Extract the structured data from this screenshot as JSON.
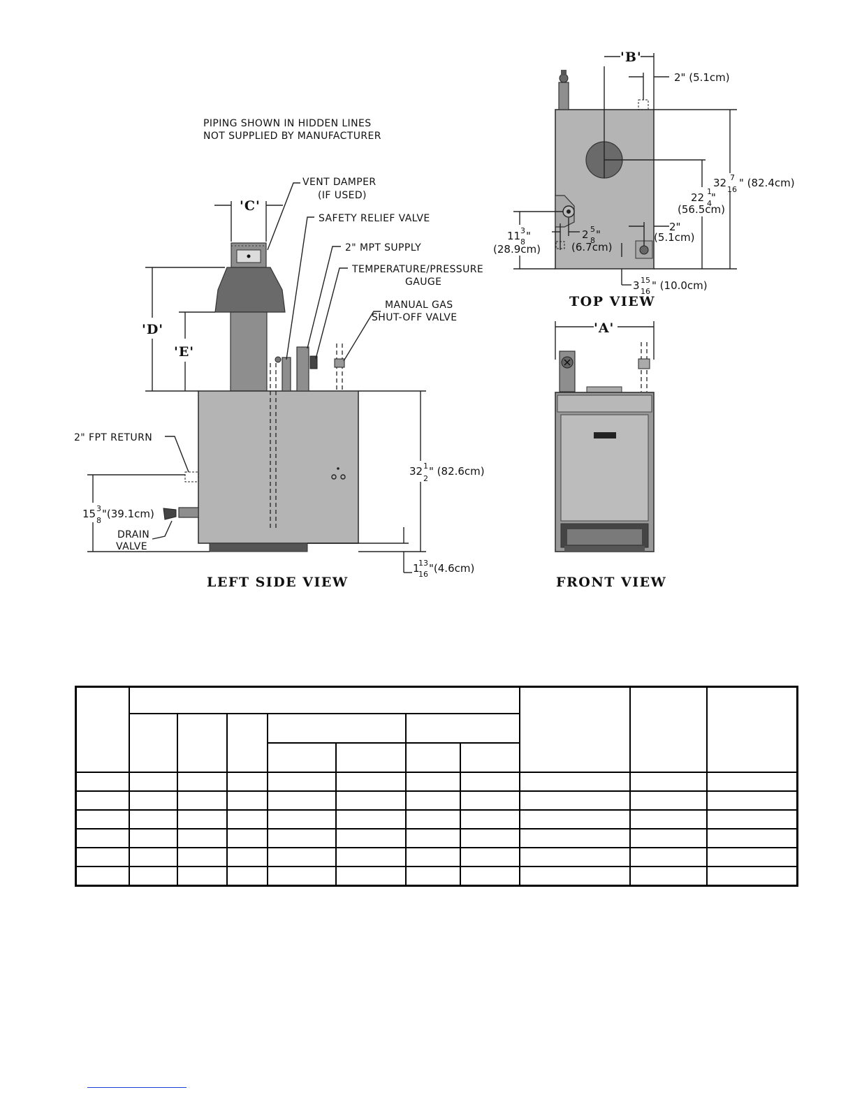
{
  "notes": {
    "line1": "PIPING SHOWN IN HIDDEN LINES",
    "line2": "NOT SUPPLIED BY MANUFACTURER"
  },
  "labels": {
    "vent_damper": "VENT DAMPER",
    "if_used": "(IF USED)",
    "safety_relief_valve": "SAFETY RELIEF VALVE",
    "mpt_supply": "2\" MPT SUPPLY",
    "temp_pressure_1": "TEMPERATURE/PRESSURE",
    "temp_pressure_2": "GAUGE",
    "manual_gas_1": "MANUAL GAS",
    "manual_gas_2": "SHUT-OFF VALVE",
    "fpt_return": "2\" FPT RETURN",
    "drain_1": "DRAIN",
    "drain_2": "VALVE"
  },
  "dims": {
    "c": "'C'",
    "d": "'D'",
    "e": "'E'",
    "b": "'B'",
    "a": "'A'",
    "side_height_whole": "32",
    "side_height_num": "1",
    "side_height_den": "2",
    "side_height_metric": "\" (82.6cm)",
    "return_height_whole": "15",
    "return_height_num": "3",
    "return_height_den": "8",
    "return_height_metric": "\"(39.1cm)",
    "base_whole": "1",
    "base_num": "13",
    "base_den": "16",
    "base_metric": "\"(4.6cm)",
    "top_2in": "2\"  (5.1cm)",
    "top_depth_whole": "32",
    "top_depth_num": "7",
    "top_depth_den": "16",
    "top_depth_metric": "\" (82.4cm)",
    "top_flue_whole": "22",
    "top_flue_num": "1",
    "top_flue_den": "4",
    "top_flue_quote": "\"",
    "top_flue_metric": "(56.5cm)",
    "top_left_whole": "11",
    "top_left_num": "3",
    "top_left_den": "8",
    "top_left_quote": "\"",
    "top_left_metric": "(28.9cm)",
    "top_mid_whole": "2",
    "top_mid_num": "5",
    "top_mid_den": "8",
    "top_mid_quote": "\"",
    "top_mid_metric": "(6.7cm)",
    "top_right_in": "2\"",
    "top_right_metric": "(5.1cm)",
    "top_bottom_whole": "3",
    "top_bottom_num": "15",
    "top_bottom_den": "16",
    "top_bottom_metric": "\" (10.0cm)"
  },
  "views": {
    "left_side": "LEFT SIDE VIEW",
    "top": "TOP VIEW",
    "front": "FRONT VIEW"
  },
  "table": {
    "rows": 6,
    "note": ""
  }
}
